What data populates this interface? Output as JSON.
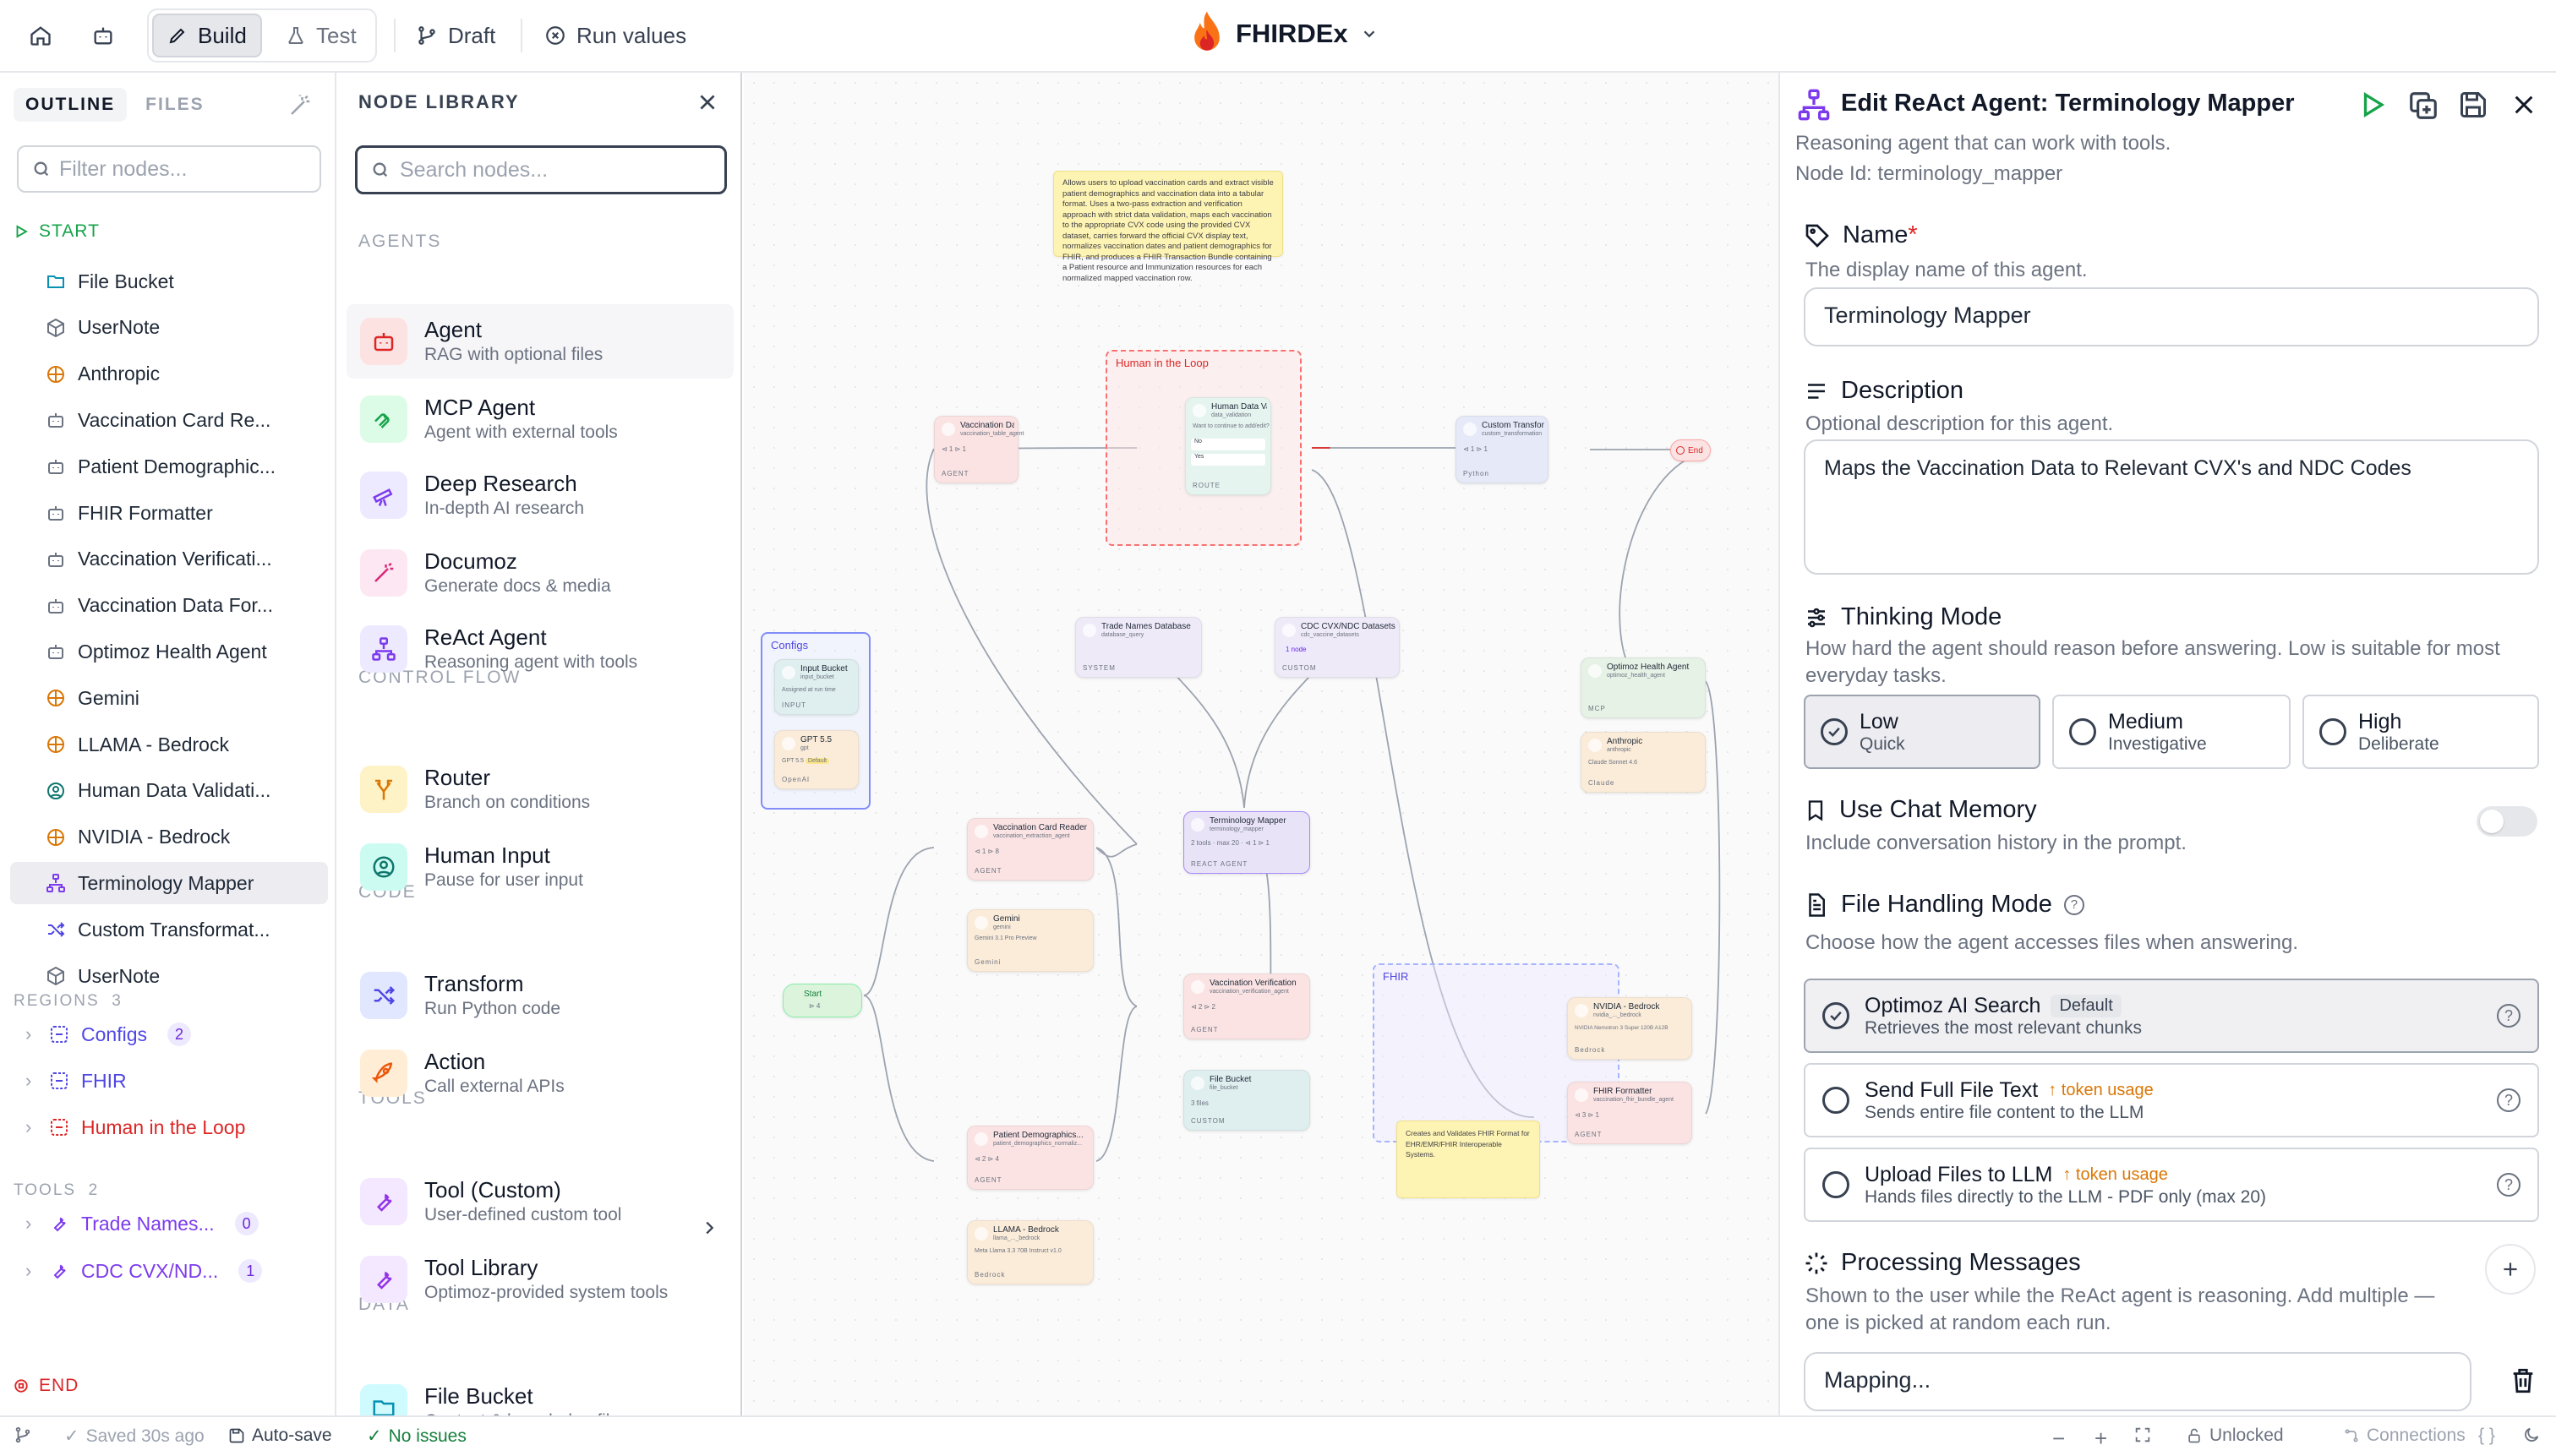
{
  "topbar": {
    "build_label": "Build",
    "test_label": "Test",
    "draft_label": "Draft",
    "run_values_label": "Run values",
    "app_title": "FHIRDEx"
  },
  "outline": {
    "tab_outline": "OUTLINE",
    "tab_files": "FILES",
    "filter_placeholder": "Filter nodes...",
    "start_label": "START",
    "items": [
      {
        "label": "File Bucket",
        "icon": "folder-icon",
        "color": "#0891b2"
      },
      {
        "label": "UserNote",
        "icon": "cube-icon",
        "color": "#6b7280"
      },
      {
        "label": "Anthropic",
        "icon": "model-icon",
        "color": "#d97706"
      },
      {
        "label": "Vaccination Card Re...",
        "icon": "robot-icon",
        "color": "#6b7280"
      },
      {
        "label": "Patient Demographic...",
        "icon": "robot-icon",
        "color": "#6b7280"
      },
      {
        "label": "FHIR Formatter",
        "icon": "robot-icon",
        "color": "#6b7280"
      },
      {
        "label": "Vaccination Verificati...",
        "icon": "robot-icon",
        "color": "#6b7280"
      },
      {
        "label": "Vaccination Data For...",
        "icon": "robot-icon",
        "color": "#6b7280"
      },
      {
        "label": "Optimoz Health Agent",
        "icon": "robot-icon",
        "color": "#6b7280"
      },
      {
        "label": "Gemini",
        "icon": "model-icon",
        "color": "#d97706"
      },
      {
        "label": "LLAMA - Bedrock",
        "icon": "model-icon",
        "color": "#d97706"
      },
      {
        "label": "Human Data Validati...",
        "icon": "human-icon",
        "color": "#0f766e"
      },
      {
        "label": "NVIDIA - Bedrock",
        "icon": "model-icon",
        "color": "#d97706"
      },
      {
        "label": "Terminology Mapper",
        "icon": "react-icon",
        "color": "#7c3aed"
      },
      {
        "label": "Custom Transformat...",
        "icon": "shuffle-icon",
        "color": "#4f46e5"
      },
      {
        "label": "UserNote",
        "icon": "cube-icon",
        "color": "#6b7280"
      }
    ],
    "regions_label": "REGIONS",
    "regions_count": "3",
    "regions": [
      {
        "label": "Configs",
        "count": "2",
        "color": "#4f46e5"
      },
      {
        "label": "FHIR",
        "count": "",
        "color": "#4f46e5"
      },
      {
        "label": "Human in the Loop",
        "count": "",
        "color": "#dc2626"
      }
    ],
    "tools_label": "TOOLS",
    "tools_count": "2",
    "tools": [
      {
        "label": "Trade Names...",
        "count": "0"
      },
      {
        "label": "CDC CVX/ND...",
        "count": "1"
      }
    ],
    "end_label": "END"
  },
  "library": {
    "title": "NODE LIBRARY",
    "search_placeholder": "Search nodes...",
    "cat_agents": "AGENTS",
    "cat_control": "CONTROL FLOW",
    "cat_code": "CODE",
    "cat_tools": "TOOLS",
    "cat_data": "DATA",
    "items": [
      {
        "name": "Agent",
        "sub": "RAG with optional files",
        "bg": "#fde2e2",
        "fg": "#dc2626"
      },
      {
        "name": "MCP Agent",
        "sub": "Agent with external tools",
        "bg": "#dcfce7",
        "fg": "#16a34a"
      },
      {
        "name": "Deep Research",
        "sub": "In-depth AI research",
        "bg": "#ede9fe",
        "fg": "#7c3aed"
      },
      {
        "name": "Documoz",
        "sub": "Generate docs & media",
        "bg": "#fce7f3",
        "fg": "#db2777"
      },
      {
        "name": "ReAct Agent",
        "sub": "Reasoning agent with tools",
        "bg": "#ede9fe",
        "fg": "#7c3aed"
      },
      {
        "name": "Router",
        "sub": "Branch on conditions",
        "bg": "#fef3c7",
        "fg": "#d97706"
      },
      {
        "name": "Human Input",
        "sub": "Pause for user input",
        "bg": "#ccfbf1",
        "fg": "#0f766e"
      },
      {
        "name": "Transform",
        "sub": "Run Python code",
        "bg": "#e0e7ff",
        "fg": "#4f46e5"
      },
      {
        "name": "Action",
        "sub": "Call external APIs",
        "bg": "#ffedd5",
        "fg": "#ea580c"
      },
      {
        "name": "Tool (Custom)",
        "sub": "User-defined custom tool",
        "bg": "#f3e8ff",
        "fg": "#9333ea"
      },
      {
        "name": "Tool Library",
        "sub": "Optimoz-provided system tools",
        "bg": "#f3e8ff",
        "fg": "#9333ea"
      },
      {
        "name": "File Bucket",
        "sub": "Context & knowledge files",
        "bg": "#cffafe",
        "fg": "#0891b2"
      }
    ]
  },
  "canvas": {
    "top_note": "Allows users to upload vaccination cards and extract visible patient demographics and vaccination data into a tabular format. Uses a two-pass extraction and verification approach with strict data validation, maps each vaccination to the appropriate CVX code using the provided CVX dataset, carries forward the official CVX display text, normalizes vaccination dates and patient demographics for FHIR, and produces a FHIR Transaction Bundle containing a Patient resource and Immunization resources for each normalized mapped vaccination row.",
    "fhir_note": "Creates and Validates FHIR Format for EHR/EMR/FHIR Interoperable Systems.",
    "region_hitl": "Human in the Loop",
    "region_configs": "Configs",
    "region_fhir": "FHIR",
    "nodes": {
      "vacc_data": {
        "title": "Vaccination Data...",
        "id": "vaccination_table_agent",
        "type": "AGENT",
        "meta": "⊲ 1  ⊳ 1"
      },
      "human": {
        "title": "Human Data Validation",
        "id": "data_validation",
        "desc": "Want to continue to add/edit?",
        "opt1": "No",
        "opt2": "Yes",
        "type": "ROUTE"
      },
      "custom": {
        "title": "Custom Transformation",
        "id": "custom_transformation",
        "type": "Python",
        "meta": "⊲ 1  ⊳ 1"
      },
      "end": {
        "title": "End"
      },
      "input_bucket": {
        "title": "Input Bucket",
        "id": "input_bucket",
        "desc": "Assigned at run time",
        "type": "INPUT"
      },
      "gpt": {
        "title": "GPT 5.5",
        "id": "gpt",
        "model": "GPT 5.5",
        "tag": "Default",
        "type": "OpenAI"
      },
      "trade": {
        "title": "Trade Names Database",
        "id": "database_query",
        "type": "SYSTEM"
      },
      "cdc": {
        "title": "CDC CVX/NDC Datasets",
        "id": "cdc_vaccine_datasets",
        "meta": "1 node",
        "type": "CUSTOM"
      },
      "optimoz": {
        "title": "Optimoz Health Agent",
        "id": "optimoz_health_agent",
        "type": "MCP"
      },
      "anthropic": {
        "title": "Anthropic",
        "id": "anthropic",
        "model": "Claude Sonnet 4.6",
        "type": "Claude"
      },
      "card_reader": {
        "title": "Vaccination Card Reader",
        "id": "vaccination_extraction_agent",
        "type": "AGENT",
        "meta": "⊲ 1  ⊳ 8"
      },
      "gemini": {
        "title": "Gemini",
        "id": "gemini",
        "model": "Gemini 3.1 Pro Preview",
        "type": "Gemini"
      },
      "term": {
        "title": "Terminology Mapper",
        "id": "terminology_mapper",
        "meta": "2 tools · max 20 · ⊲ 1  ⊳ 1",
        "type": "REACT AGENT"
      },
      "start": {
        "title": "Start",
        "meta": "⊳ 4"
      },
      "verif": {
        "title": "Vaccination Verification",
        "id": "vaccination_verification_agent",
        "type": "AGENT",
        "meta": "⊲ 2  ⊳ 2"
      },
      "file_bucket": {
        "title": "File Bucket",
        "id": "file_bucket",
        "desc": "3 files",
        "type": "CUSTOM"
      },
      "patient": {
        "title": "Patient Demographics...",
        "id": "patient_demographics_normaliz...",
        "type": "AGENT",
        "meta": "⊲ 2  ⊳ 4"
      },
      "llama": {
        "title": "LLAMA - Bedrock",
        "id": "llama_..._bedrock",
        "model": "Meta Llama 3.3 70B Instruct v1.0",
        "type": "Bedrock"
      },
      "nvidia": {
        "title": "NVIDIA - Bedrock",
        "id": "nvidia_..._bedrock",
        "model": "NVIDIA Nemotron 3 Super 120B A12B",
        "type": "Bedrock"
      },
      "fhir_fmt": {
        "title": "FHIR Formatter",
        "id": "vaccination_fhir_bundle_agent",
        "type": "AGENT",
        "meta": "⊲ 3  ⊳ 1"
      }
    }
  },
  "panel": {
    "title": "Edit ReAct Agent: Terminology Mapper",
    "subtitle": "Reasoning agent that can work with tools.",
    "node_id": "Node Id: terminology_mapper",
    "name_label": "Name",
    "name_required": "*",
    "name_desc": "The display name of this agent.",
    "name_value": "Terminology Mapper",
    "desc_label": "Description",
    "desc_desc": "Optional description for this agent.",
    "desc_value": "Maps the Vaccination Data to Relevant CVX's and NDC Codes",
    "thinking_label": "Thinking Mode",
    "thinking_desc": "How hard the agent should reason before answering. Low is suitable for most everyday tasks.",
    "thinking_options": [
      {
        "title": "Low",
        "sub": "Quick"
      },
      {
        "title": "Medium",
        "sub": "Investigative"
      },
      {
        "title": "High",
        "sub": "Deliberate"
      }
    ],
    "memory_label": "Use Chat Memory",
    "memory_desc": "Include conversation history in the prompt.",
    "file_label": "File Handling Mode",
    "file_desc": "Choose how the agent accesses files when answering.",
    "file_options": [
      {
        "title": "Optimoz AI Search",
        "tag": "Default",
        "sub": "Retrieves the most relevant chunks"
      },
      {
        "title": "Send Full File Text",
        "tag": "↑ token usage",
        "sub": "Sends entire file content to the LLM"
      },
      {
        "title": "Upload Files to LLM",
        "tag": "↑ token usage",
        "sub": "Hands files directly to the LLM - PDF only (max 20)"
      }
    ],
    "proc_label": "Processing Messages",
    "proc_desc": "Shown to the user while the ReAct agent is reasoning. Add multiple — one is picked at random each run.",
    "proc_value": "Mapping..."
  },
  "status": {
    "saved": "Saved 30s ago",
    "autosave": "Auto-save",
    "issues": "No issues",
    "lock": "Unlocked",
    "connections": "Connections"
  }
}
